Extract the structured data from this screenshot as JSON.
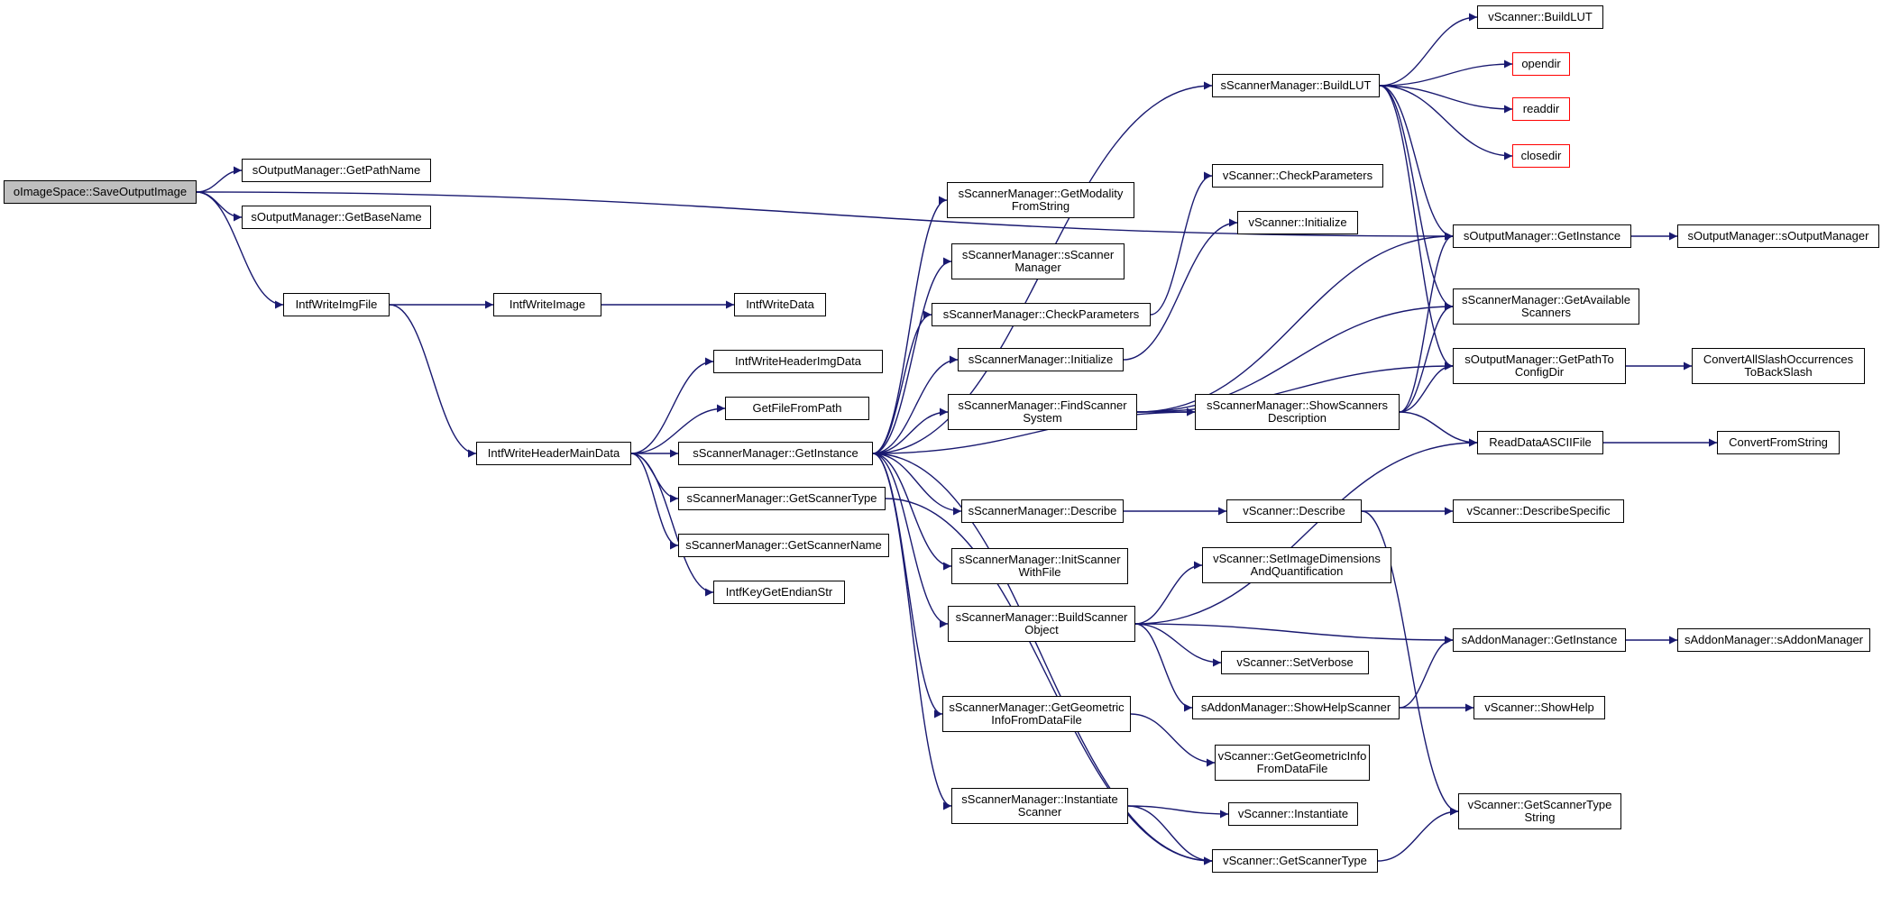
{
  "colors": {
    "edge": "#191970",
    "root_fill": "#bfbfbf",
    "external_border": "#ff0000"
  },
  "nodes": [
    {
      "id": "root",
      "label": "oImageSpace::SaveOutputImage",
      "kind": "root"
    },
    {
      "id": "om_getpathname",
      "label": "sOutputManager::GetPathName"
    },
    {
      "id": "om_getbasename",
      "label": "sOutputManager::GetBaseName"
    },
    {
      "id": "intfwriteimgfile",
      "label": "IntfWriteImgFile"
    },
    {
      "id": "intfwriteimage",
      "label": "IntfWriteImage"
    },
    {
      "id": "intfwritedata",
      "label": "IntfWriteData"
    },
    {
      "id": "intfwriteheadermaindata",
      "label": "IntfWriteHeaderMainData"
    },
    {
      "id": "intfwriteheaderimgdata",
      "label": "IntfWriteHeaderImgData"
    },
    {
      "id": "getfilefrompath",
      "label": "GetFileFromPath"
    },
    {
      "id": "sm_getinstance",
      "label": "sScannerManager::GetInstance"
    },
    {
      "id": "sm_getscannertype",
      "label": "sScannerManager::GetScannerType"
    },
    {
      "id": "sm_getscannername",
      "label": "sScannerManager::GetScannerName"
    },
    {
      "id": "intfkeygetendianstr",
      "label": "IntfKeyGetEndianStr"
    },
    {
      "id": "sm_getmodality",
      "label": "sScannerManager::GetModality\nFromString"
    },
    {
      "id": "sm_ctor",
      "label": "sScannerManager::sScanner\nManager"
    },
    {
      "id": "sm_checkparams",
      "label": "sScannerManager::CheckParameters"
    },
    {
      "id": "sm_initialize",
      "label": "sScannerManager::Initialize"
    },
    {
      "id": "sm_findscanner",
      "label": "sScannerManager::FindScanner\nSystem"
    },
    {
      "id": "sm_describe",
      "label": "sScannerManager::Describe"
    },
    {
      "id": "sm_initscanner",
      "label": "sScannerManager::InitScanner\nWithFile"
    },
    {
      "id": "sm_buildscanner",
      "label": "sScannerManager::BuildScanner\nObject"
    },
    {
      "id": "sm_getgeometric",
      "label": "sScannerManager::GetGeometric\nInfoFromDataFile"
    },
    {
      "id": "sm_instantiate",
      "label": "sScannerManager::Instantiate\nScanner"
    },
    {
      "id": "sm_buildlut",
      "label": "sScannerManager::BuildLUT"
    },
    {
      "id": "vs_buildlut",
      "label": "vScanner::BuildLUT"
    },
    {
      "id": "opendir",
      "label": "opendir",
      "kind": "external"
    },
    {
      "id": "readdir",
      "label": "readdir",
      "kind": "external"
    },
    {
      "id": "closedir",
      "label": "closedir",
      "kind": "external"
    },
    {
      "id": "vs_checkparams",
      "label": "vScanner::CheckParameters"
    },
    {
      "id": "vs_initialize",
      "label": "vScanner::Initialize"
    },
    {
      "id": "om_getinstance",
      "label": "sOutputManager::GetInstance"
    },
    {
      "id": "om_ctor",
      "label": "sOutputManager::sOutputManager"
    },
    {
      "id": "sm_getavailable",
      "label": "sScannerManager::GetAvailable\nScanners"
    },
    {
      "id": "om_getpathto",
      "label": "sOutputManager::GetPathTo\nConfigDir"
    },
    {
      "id": "convertallslash",
      "label": "ConvertAllSlashOccurrences\nToBackSlash"
    },
    {
      "id": "sm_showscanners",
      "label": "sScannerManager::ShowScanners\nDescription"
    },
    {
      "id": "readdataascii",
      "label": "ReadDataASCIIFile"
    },
    {
      "id": "convertfromstring",
      "label": "ConvertFromString"
    },
    {
      "id": "vs_describe",
      "label": "vScanner::Describe"
    },
    {
      "id": "vs_describespecific",
      "label": "vScanner::DescribeSpecific"
    },
    {
      "id": "vs_setimagedims",
      "label": "vScanner::SetImageDimensions\nAndQuantification"
    },
    {
      "id": "am_getinstance",
      "label": "sAddonManager::GetInstance"
    },
    {
      "id": "am_ctor",
      "label": "sAddonManager::sAddonManager"
    },
    {
      "id": "vs_setverbose",
      "label": "vScanner::SetVerbose"
    },
    {
      "id": "am_showhelpscanner",
      "label": "sAddonManager::ShowHelpScanner"
    },
    {
      "id": "vs_showhelp",
      "label": "vScanner::ShowHelp"
    },
    {
      "id": "vs_getgeometric",
      "label": "vScanner::GetGeometricInfo\nFromDataFile"
    },
    {
      "id": "vs_getscannertypestring",
      "label": "vScanner::GetScannerType\nString"
    },
    {
      "id": "vs_instantiate",
      "label": "vScanner::Instantiate"
    },
    {
      "id": "vs_getscannertype",
      "label": "vScanner::GetScannerType"
    }
  ],
  "edges": [
    [
      "root",
      "om_getpathname"
    ],
    [
      "root",
      "om_getbasename"
    ],
    [
      "root",
      "intfwriteimgfile"
    ],
    [
      "root",
      "om_getinstance"
    ],
    [
      "intfwriteimgfile",
      "intfwriteimage"
    ],
    [
      "intfwriteimage",
      "intfwritedata"
    ],
    [
      "intfwriteimgfile",
      "intfwriteheadermaindata"
    ],
    [
      "intfwriteheadermaindata",
      "intfwriteheaderimgdata"
    ],
    [
      "intfwriteheadermaindata",
      "getfilefrompath"
    ],
    [
      "intfwriteheadermaindata",
      "sm_getinstance"
    ],
    [
      "intfwriteheadermaindata",
      "sm_getscannertype"
    ],
    [
      "intfwriteheadermaindata",
      "sm_getscannername"
    ],
    [
      "intfwriteheadermaindata",
      "intfkeygetendianstr"
    ],
    [
      "sm_getinstance",
      "sm_getmodality"
    ],
    [
      "sm_getinstance",
      "sm_ctor"
    ],
    [
      "sm_getinstance",
      "sm_checkparams"
    ],
    [
      "sm_getinstance",
      "sm_initialize"
    ],
    [
      "sm_getinstance",
      "sm_findscanner"
    ],
    [
      "sm_getinstance",
      "sm_describe"
    ],
    [
      "sm_getinstance",
      "sm_initscanner"
    ],
    [
      "sm_getinstance",
      "sm_buildscanner"
    ],
    [
      "sm_getinstance",
      "sm_getgeometric"
    ],
    [
      "sm_getinstance",
      "sm_instantiate"
    ],
    [
      "sm_getinstance",
      "sm_buildlut"
    ],
    [
      "sm_getinstance",
      "sm_showscanners"
    ],
    [
      "sm_getinstance",
      "vs_getscannertype"
    ],
    [
      "sm_getscannertype",
      "vs_getscannertype"
    ],
    [
      "sm_buildlut",
      "vs_buildlut"
    ],
    [
      "sm_buildlut",
      "opendir"
    ],
    [
      "sm_buildlut",
      "readdir"
    ],
    [
      "sm_buildlut",
      "closedir"
    ],
    [
      "sm_buildlut",
      "om_getinstance"
    ],
    [
      "sm_buildlut",
      "sm_getavailable"
    ],
    [
      "sm_buildlut",
      "om_getpathto"
    ],
    [
      "sm_checkparams",
      "vs_checkparams"
    ],
    [
      "sm_initialize",
      "vs_initialize"
    ],
    [
      "sm_findscanner",
      "om_getinstance"
    ],
    [
      "sm_findscanner",
      "sm_getavailable"
    ],
    [
      "sm_findscanner",
      "om_getpathto"
    ],
    [
      "sm_findscanner",
      "sm_showscanners"
    ],
    [
      "sm_showscanners",
      "om_getinstance"
    ],
    [
      "sm_showscanners",
      "sm_getavailable"
    ],
    [
      "sm_showscanners",
      "om_getpathto"
    ],
    [
      "sm_showscanners",
      "readdataascii"
    ],
    [
      "om_getinstance",
      "om_ctor"
    ],
    [
      "om_getpathto",
      "convertallslash"
    ],
    [
      "readdataascii",
      "convertfromstring"
    ],
    [
      "sm_describe",
      "vs_describe"
    ],
    [
      "vs_describe",
      "vs_describespecific"
    ],
    [
      "vs_describe",
      "vs_getscannertypestring"
    ],
    [
      "sm_buildscanner",
      "readdataascii"
    ],
    [
      "sm_buildscanner",
      "vs_setimagedims"
    ],
    [
      "sm_buildscanner",
      "am_getinstance"
    ],
    [
      "sm_buildscanner",
      "vs_setverbose"
    ],
    [
      "sm_buildscanner",
      "am_showhelpscanner"
    ],
    [
      "am_getinstance",
      "am_ctor"
    ],
    [
      "am_showhelpscanner",
      "am_getinstance"
    ],
    [
      "am_showhelpscanner",
      "vs_showhelp"
    ],
    [
      "sm_getgeometric",
      "vs_getgeometric"
    ],
    [
      "sm_instantiate",
      "vs_instantiate"
    ],
    [
      "sm_instantiate",
      "vs_getscannertype"
    ],
    [
      "vs_getscannertype",
      "vs_getscannertypestring"
    ]
  ]
}
